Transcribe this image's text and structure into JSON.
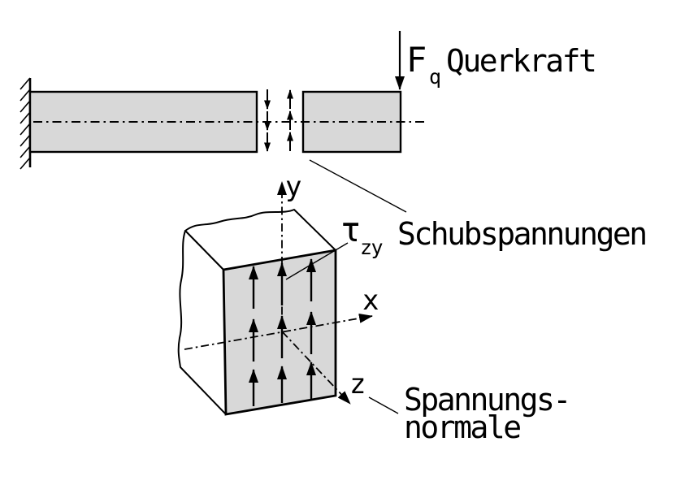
{
  "labels": {
    "force": {
      "symbol": "F",
      "subscript": "q",
      "text": "Querkraft"
    },
    "shear": {
      "symbol": "τ",
      "subscript": "zy",
      "text": "Schubspannungen"
    },
    "normal": {
      "line1": "Spannungs-",
      "line2": "normale"
    },
    "axes": {
      "x": "x",
      "y": "y",
      "z": "z"
    }
  },
  "colors": {
    "background": "#ffffff",
    "fill_gray": "#d8d8d8",
    "line": "#000000"
  }
}
